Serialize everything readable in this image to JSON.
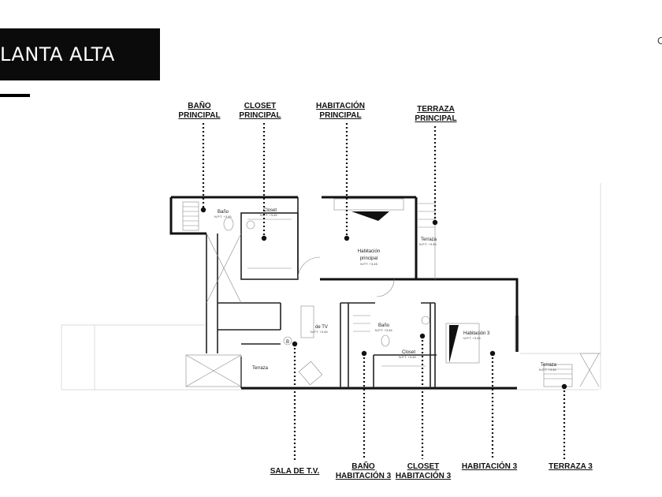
{
  "title": "LANTA ALTA",
  "corner_text": "C",
  "callouts_top": [
    {
      "line1": "BAÑO",
      "line2": "PRINCIPAL"
    },
    {
      "line1": "CLOSET",
      "line2": "PRINCIPAL"
    },
    {
      "line1": "HABITACIÓN",
      "line2": "PRINCIPAL"
    },
    {
      "line1": "TERRAZA",
      "line2": "PRINCIPAL"
    }
  ],
  "callouts_bottom": [
    {
      "line1": "SALA DE T.V.",
      "line2": ""
    },
    {
      "line1": "BAÑO",
      "line2": "HABITACIÓN 3"
    },
    {
      "line1": "CLOSET",
      "line2": "HABITACIÓN 3"
    },
    {
      "line1": "HABITACIÓN 3",
      "line2": ""
    },
    {
      "line1": "TERRAZA 3",
      "line2": ""
    }
  ],
  "plan_labels": {
    "bano": "Baño",
    "closet": "Closet",
    "habitacion_principal": "Habitación",
    "habitacion_principal_2": "principal",
    "terraza": "Terraza",
    "sala_tv": "de TV",
    "bano3": "Baño",
    "closet3": "Closet",
    "habitacion3": "Habitación 3",
    "terraza_left": "Terraza",
    "terraza3": "Terraza",
    "level": "N.P.T. +3.45",
    "marker_b": "B"
  }
}
